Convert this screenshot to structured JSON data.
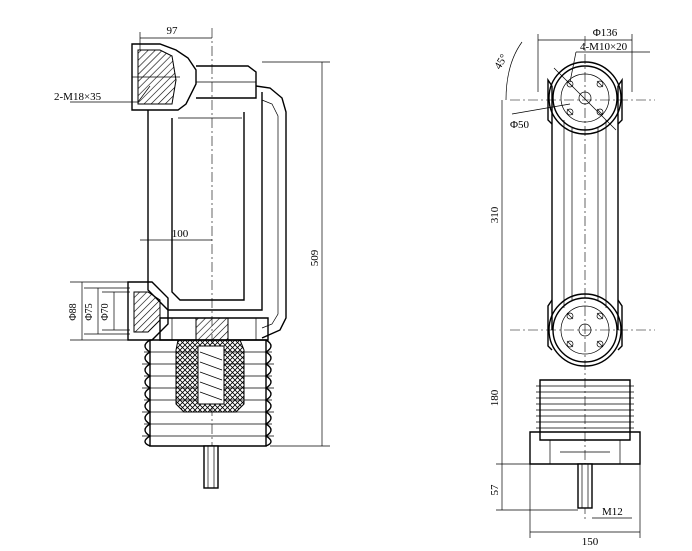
{
  "side_view": {
    "dim_top_width": "97",
    "dim_thread_top": "2-M18×35",
    "dim_inner_width": "100",
    "dim_total_height": "509",
    "dim_dia_88": "Φ88",
    "dim_dia_75": "Φ75",
    "dim_dia_70": "Φ70"
  },
  "front_view": {
    "dim_dia_136": "Φ136",
    "dim_thread_holes": "4-M10×20",
    "dim_angle": "45°",
    "dim_dia_50": "Φ50",
    "dim_height_310": "310",
    "dim_height_180": "180",
    "dim_height_57": "57",
    "dim_thread_stem": "M12",
    "dim_base_width": "150"
  }
}
